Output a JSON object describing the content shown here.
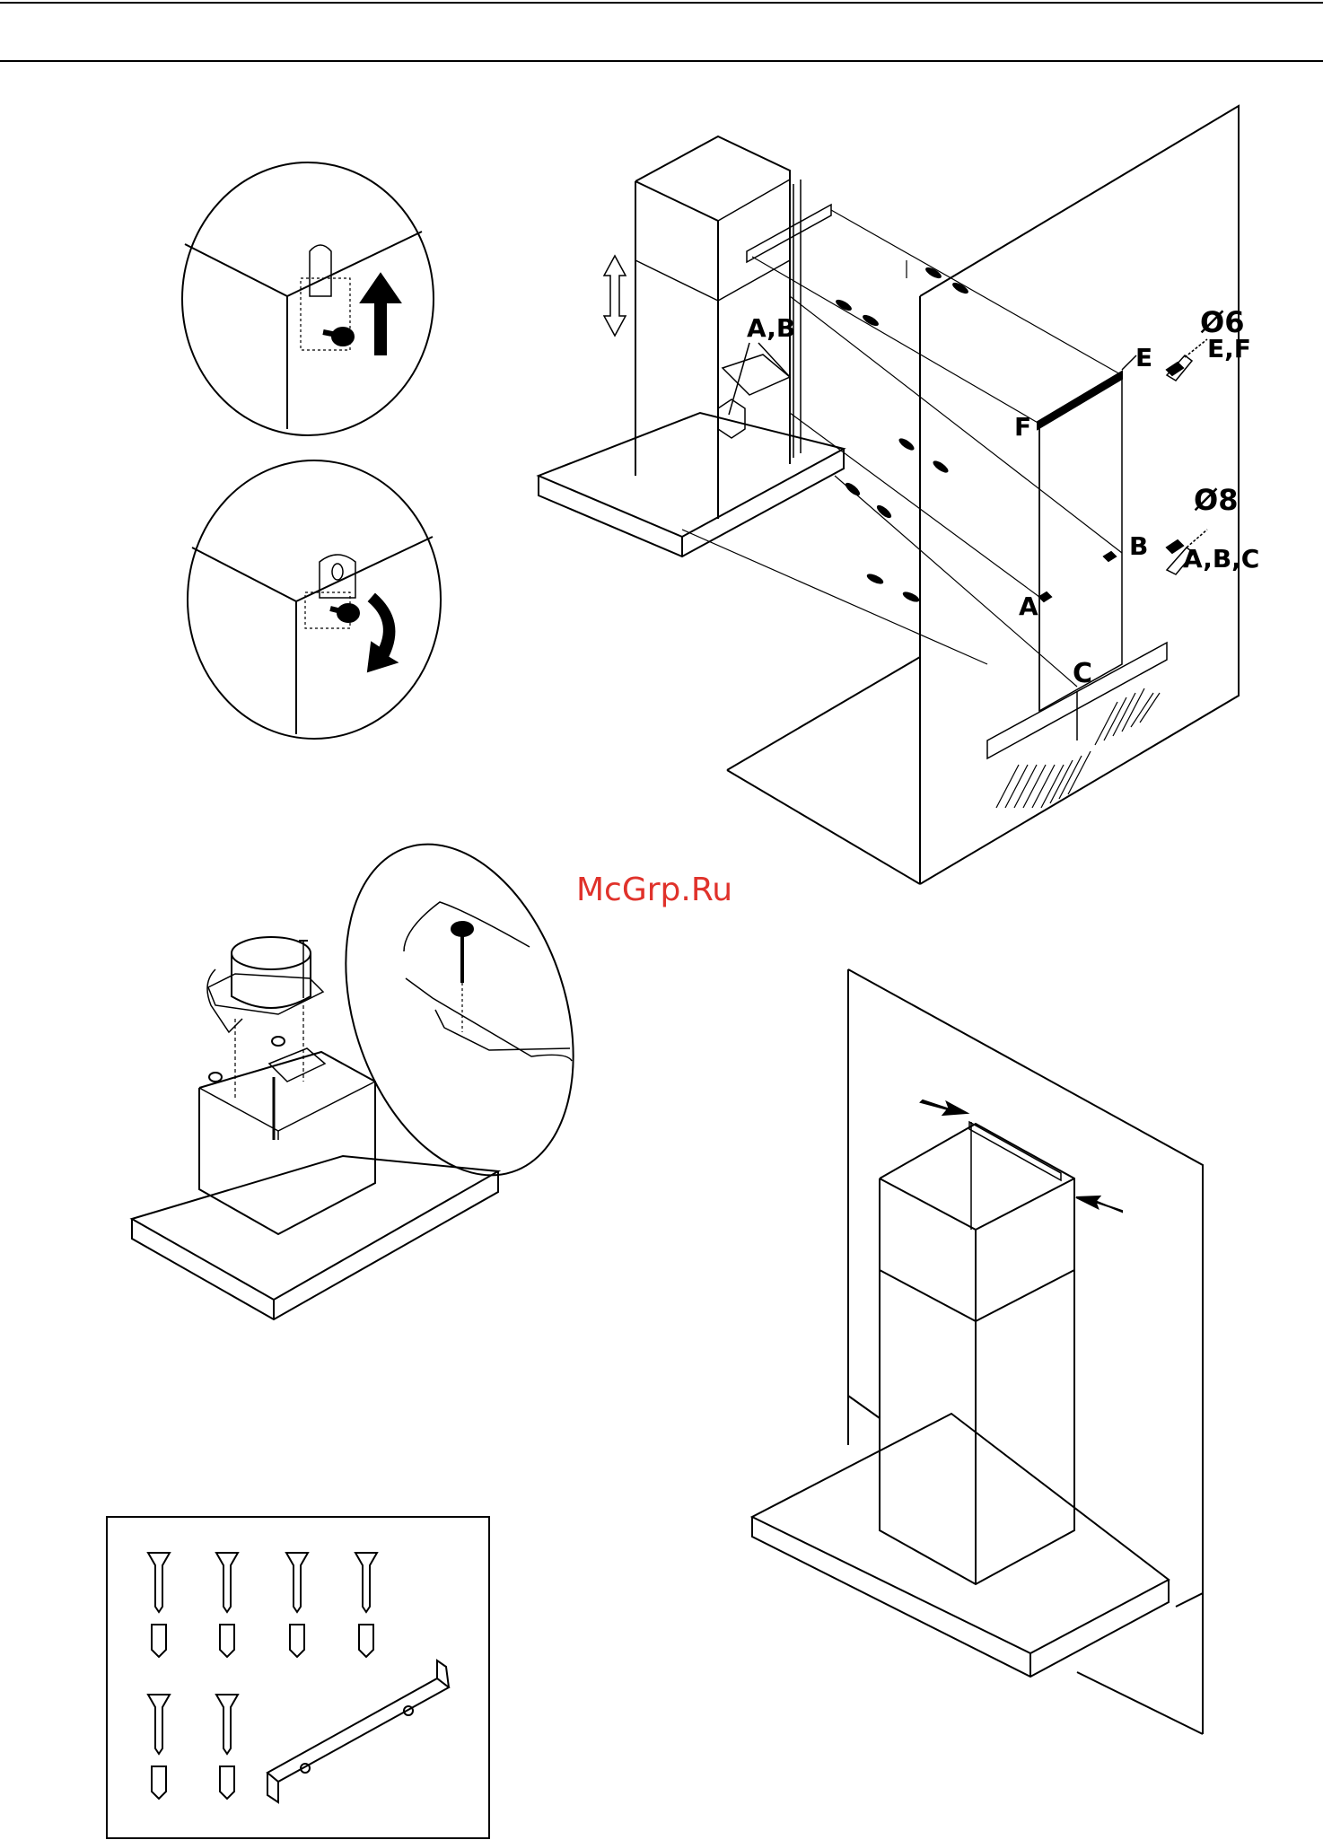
{
  "watermark": "McGrp.Ru",
  "labels": {
    "ab_top": "A,B",
    "e": "E",
    "f": "F",
    "dia6": "Ø6",
    "ef": "E,F",
    "dia8": "Ø8",
    "abc": "A,B,C",
    "a": "A",
    "b": "B",
    "c": "C"
  },
  "colors": {
    "line": "#000000",
    "watermark": "#e0322b",
    "background": "#ffffff"
  }
}
